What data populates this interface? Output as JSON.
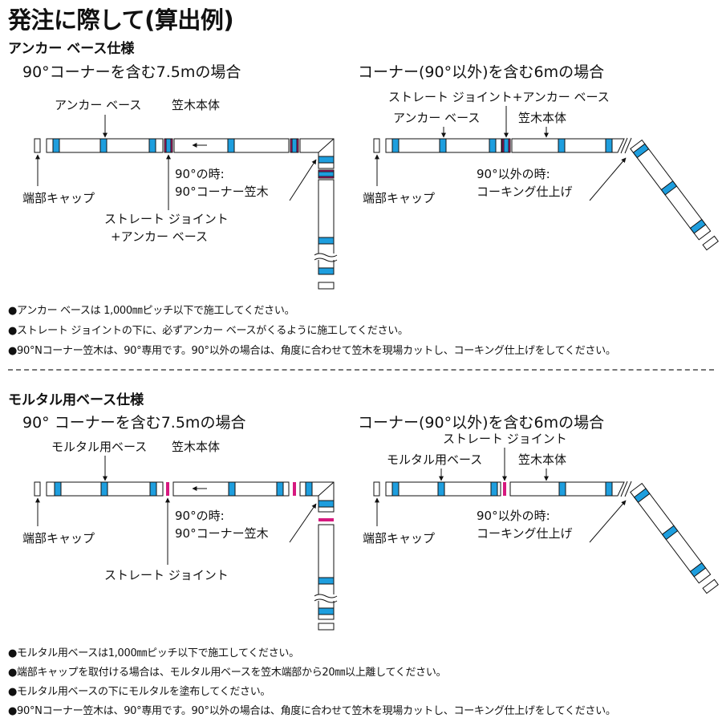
{
  "title": "発注に際して(算出例)",
  "colors": {
    "blue": "#1e9ede",
    "magenta": "#d6197f",
    "line": "#111111"
  },
  "anchor_section": {
    "heading": "アンカー ベース仕様",
    "left_subtitle": "90°コーナーを含む7.5mの場合",
    "right_subtitle": "コーナー(90°以外)を含む6mの場合",
    "left_labels": {
      "base": "アンカー ベース",
      "body": "笠木本体",
      "end_cap": "端部キャップ",
      "corner_line1": "90°の時:",
      "corner_line2": "90°コーナー笠木",
      "joint_line1": "ストレート ジョイント",
      "joint_line2": "+アンカー ベース"
    },
    "right_labels": {
      "joint": "ストレート ジョイント+アンカー ベース",
      "base": "アンカー ベース",
      "body": "笠木本体",
      "end_cap": "端部キャップ",
      "corner_line1": "90°以外の時:",
      "corner_line2": "コーキング仕上げ"
    },
    "notes": [
      "●アンカー ベースは 1,000㎜ピッチ以下で施工してください。",
      "●ストレート ジョイントの下に、必ずアンカー ベースがくるように施工してください。",
      "●90°Nコーナー笠木は、90°専用です。90°以外の場合は、角度に合わせて笠木を現場カットし、コーキング仕上げをしてください。"
    ]
  },
  "mortar_section": {
    "heading": "モルタル用ベース仕様",
    "left_subtitle": "90° コーナーを含む7.5mの場合",
    "right_subtitle": "コーナー(90°以外)を含む6mの場合",
    "left_labels": {
      "base": "モルタル用ベース",
      "body": "笠木本体",
      "end_cap": "端部キャップ",
      "corner_line1": "90°の時:",
      "corner_line2": "90°コーナー笠木",
      "joint": "ストレート ジョイント"
    },
    "right_labels": {
      "joint": "ストレート ジョイント",
      "base": "モルタル用ベース",
      "body": "笠木本体",
      "end_cap": "端部キャップ",
      "corner_line1": "90°以外の時:",
      "corner_line2": "コーキング仕上げ"
    },
    "notes": [
      "●モルタル用ベースは1,000㎜ピッチ以下で施工してください。",
      "●端部キャップを取付ける場合は、モルタル用ベースを笠木端部から20㎜以上離してください。",
      "●モルタル用ベースの下にモルタルを塗布してください。",
      "●90°Nコーナー笠木は、90°専用です。90°以外の場合は、角度に合わせて笠木を現場カットし、コーキング仕上げをしてください。"
    ]
  }
}
